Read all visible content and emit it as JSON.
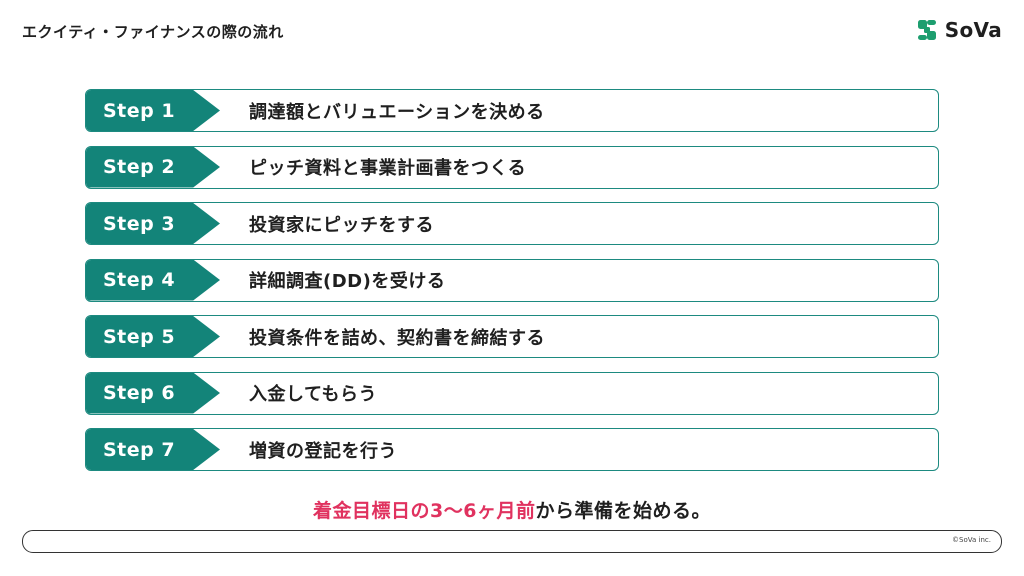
{
  "header": {
    "title": "エクイティ・ファイナンスの際の流れ",
    "logo_text": "SoVa",
    "logo_icon": "sova-logo-icon"
  },
  "colors": {
    "accent": "#138479",
    "highlight": "#e0325f"
  },
  "steps": [
    {
      "label": "Step 1",
      "text": "調達額とバリュエーションを決める"
    },
    {
      "label": "Step 2",
      "text": "ピッチ資料と事業計画書をつくる"
    },
    {
      "label": "Step 3",
      "text": "投資家にピッチをする"
    },
    {
      "label": "Step 4",
      "text": "詳細調査(DD)を受ける"
    },
    {
      "label": "Step 5",
      "text": "投資条件を詰め、契約書を締結する"
    },
    {
      "label": "Step 6",
      "text": "入金してもらう"
    },
    {
      "label": "Step 7",
      "text": "増資の登記を行う"
    }
  ],
  "footnote": {
    "highlight": "着金目標日の3〜6ヶ月前",
    "rest": "から準備を始める。"
  },
  "footer": {
    "copyright": "©SoVa inc."
  }
}
